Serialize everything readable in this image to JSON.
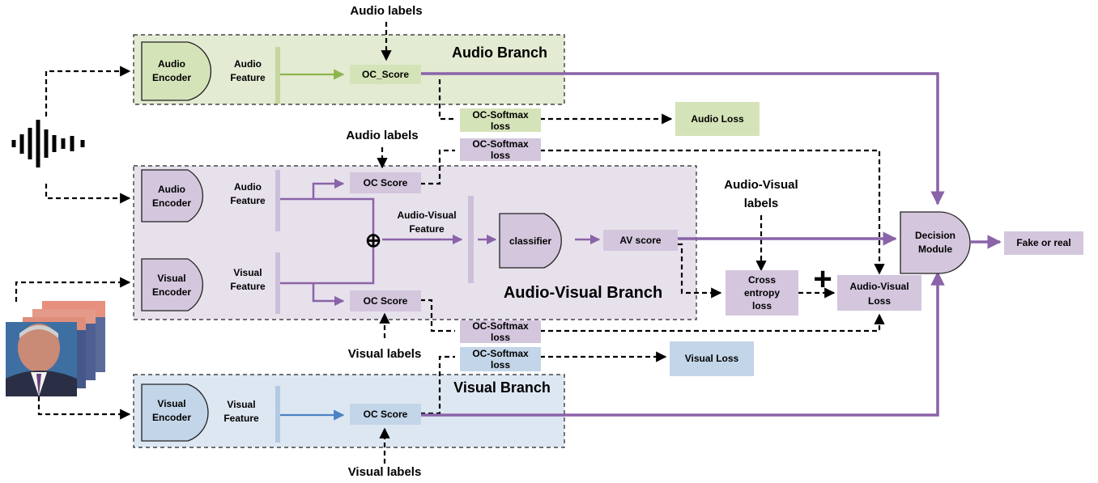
{
  "colors": {
    "audio_fill": "#e3ebd3",
    "audio_box": "#d5e3b8",
    "audio_arrow": "#8db54c",
    "av_fill": "#e7e1ec",
    "av_box": "#d3c6dd",
    "av_line": "#8a63a8",
    "visual_fill": "#dde7f2",
    "visual_box": "#c3d5e8",
    "visual_arrow": "#4a82c2"
  },
  "labels": {
    "audio_labels_top": "Audio labels",
    "audio_labels_mid": "Audio labels",
    "visual_labels_mid": "Visual labels",
    "visual_labels_bottom": "Visual labels",
    "av_labels_line1": "Audio-Visual",
    "av_labels_line2": "labels"
  },
  "audio_branch": {
    "title": "Audio Branch",
    "encoder": [
      "Audio",
      "Encoder"
    ],
    "feature": [
      "Audio",
      "Feature"
    ],
    "score": "OC_Score",
    "softmax": [
      "OC-Softmax",
      "loss"
    ],
    "loss": "Audio Loss"
  },
  "av_branch": {
    "title": "Audio-Visual Branch",
    "audio_encoder": [
      "Audio",
      "Encoder"
    ],
    "audio_feature": [
      "Audio",
      "Feature"
    ],
    "visual_encoder": [
      "Visual",
      "Encoder"
    ],
    "visual_feature": [
      "Visual",
      "Feature"
    ],
    "audio_score": "OC Score",
    "visual_score": "OC Score",
    "fusion_symbol": "⊕",
    "av_feature": [
      "Audio-Visual",
      "Feature"
    ],
    "classifier": "classifier",
    "av_score": "AV score",
    "softmax_audio": [
      "OC-Softmax",
      "loss"
    ],
    "softmax_visual": [
      "OC-Softmax",
      "loss"
    ],
    "cross_entropy": [
      "Cross",
      "entropy",
      "loss"
    ],
    "plus_symbol": "+",
    "av_loss": [
      "Audio-Visual",
      "Loss"
    ]
  },
  "visual_branch": {
    "title": "Visual Branch",
    "encoder": [
      "Visual",
      "Encoder"
    ],
    "feature": [
      "Visual",
      "Feature"
    ],
    "score": "OC Score",
    "softmax": [
      "OC-Softmax",
      "loss"
    ],
    "loss": "Visual Loss"
  },
  "decision": {
    "module": [
      "Decision",
      "Module"
    ],
    "output": "Fake or real"
  }
}
